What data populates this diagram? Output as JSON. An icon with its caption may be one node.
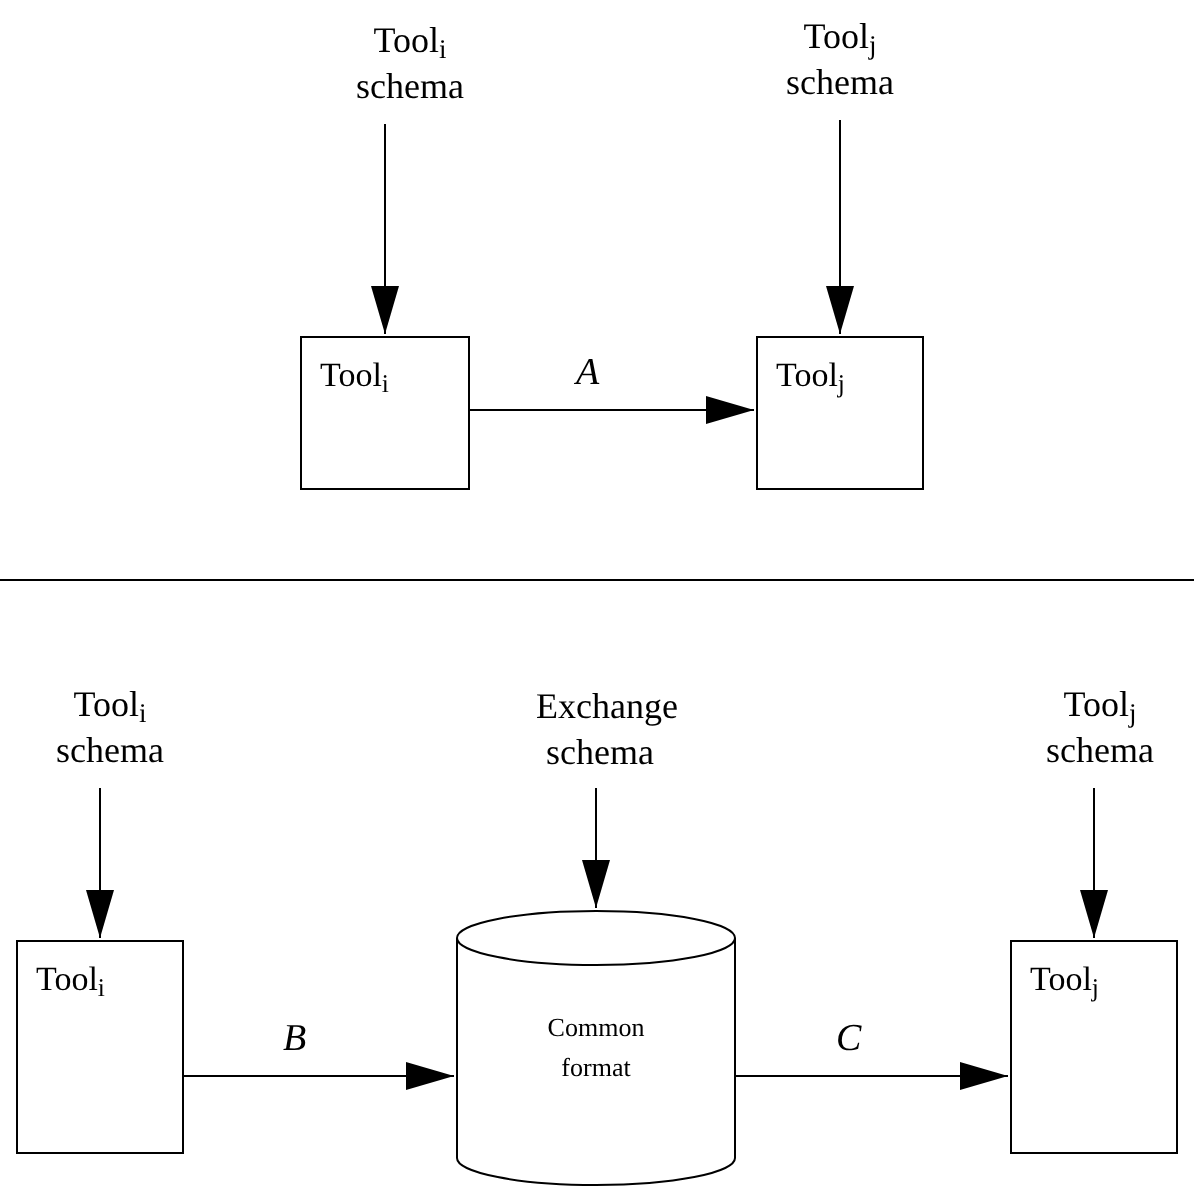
{
  "diagram": {
    "nodes": [
      {
        "text": [
          "Tool$_{i}$ schema"
        ]
      },
      {
        "text": [
          "Tool$_{i}$"
        ]
      },
      {
        "text": [
          "Tool$_{j}$ schema"
        ]
      },
      {
        "text": [
          "Tool$_{j}$"
        ]
      },
      {
        "text": [
          "Tool$_{i}$ schema"
        ]
      },
      {
        "text": [
          "Tool$_{i}$"
        ]
      },
      {
        "text": [
          "Exchange schema"
        ]
      },
      {
        "text": [
          "Common format"
        ]
      },
      {
        "text": [
          "Tool$_{j}$ schema"
        ]
      },
      {
        "text": [
          "Tool$_{j}$"
        ]
      }
    ],
    "edges": [
      {
        "from": 0,
        "to": 1,
        "arrow": "to"
      },
      {
        "from": 2,
        "to": 3,
        "arrow": "to"
      },
      {
        "from": 1,
        "to": 3,
        "arrow": "to",
        "label": "A"
      },
      {
        "from": 4,
        "to": 5,
        "arrow": "to"
      },
      {
        "from": 6,
        "to": 7,
        "arrow": "to"
      },
      {
        "from": 5,
        "to": 7,
        "arrow": "to",
        "label": "B"
      },
      {
        "from": 7,
        "to": 9,
        "arrow": "to",
        "label": "C"
      },
      {
        "from": 8,
        "to": 9,
        "arrow": "to"
      }
    ]
  }
}
